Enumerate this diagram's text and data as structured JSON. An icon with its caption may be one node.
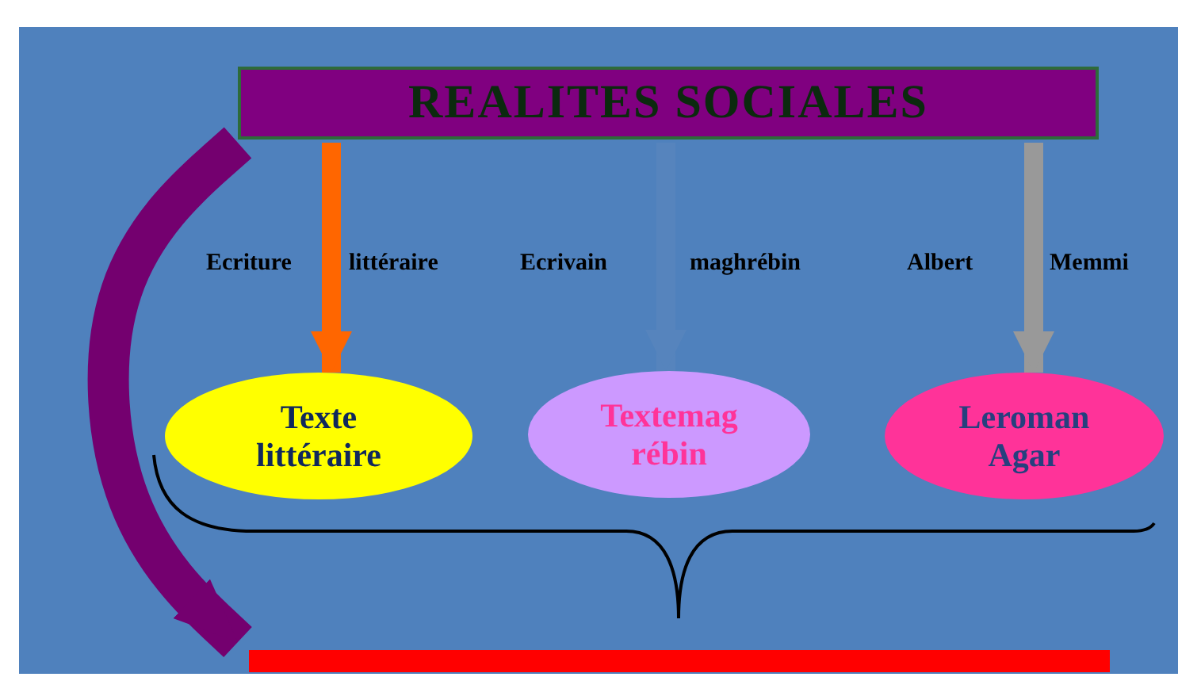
{
  "diagram": {
    "nodes": [
      {
        "text": [
          "REALITES  SOCIALES"
        ]
      },
      {
        "text": [
          "Texte littéraire"
        ]
      },
      {
        "text": [
          "Textemag rébin"
        ]
      },
      {
        "text": [
          "Leroman Agar"
        ]
      },
      {
        "text": [],
        "shape": "bar"
      }
    ],
    "edges": [
      {
        "from": 0,
        "to": 1,
        "arrow": "to",
        "color": "#ff6600"
      },
      {
        "from": 0,
        "to": 2,
        "arrow": "to",
        "color": "#5684bd"
      },
      {
        "from": 0,
        "to": 3,
        "arrow": "to",
        "color": "#999999"
      },
      {
        "from": 0,
        "to": 4,
        "arrow": "to",
        "style": "thick",
        "color": "#74006f"
      }
    ],
    "labels": [
      "Ecriture",
      "littéraire",
      "Ecrivain",
      "maghrébin",
      "Albert",
      "Memmi"
    ]
  }
}
